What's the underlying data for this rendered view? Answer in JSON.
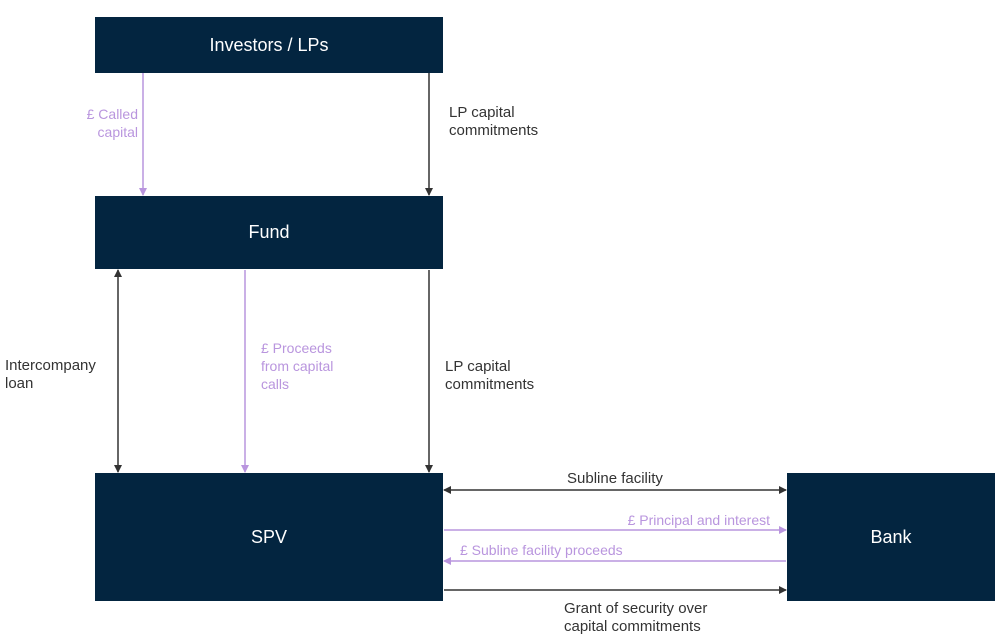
{
  "boxes": {
    "investors": "Investors / LPs",
    "fund": "Fund",
    "spv": "SPV",
    "bank": "Bank"
  },
  "labels": {
    "called_capital": "£ Called\ncapital",
    "lp_commitments_top": "LP capital\ncommitments",
    "intercompany_loan": "Intercompany\nloan",
    "proceeds_capital_calls": "£ Proceeds\nfrom capital\ncalls",
    "lp_commitments_mid": "LP capital\ncommitments",
    "subline_facility": "Subline facility",
    "principal_interest": "£ Principal and interest",
    "subline_proceeds": "£ Subline facility proceeds",
    "grant_security": "Grant of security over\ncapital commitments"
  },
  "colors": {
    "box_fill": "#032540",
    "box_text": "#ffffff",
    "arrow_dark": "#333333",
    "arrow_purple": "#b995de"
  }
}
